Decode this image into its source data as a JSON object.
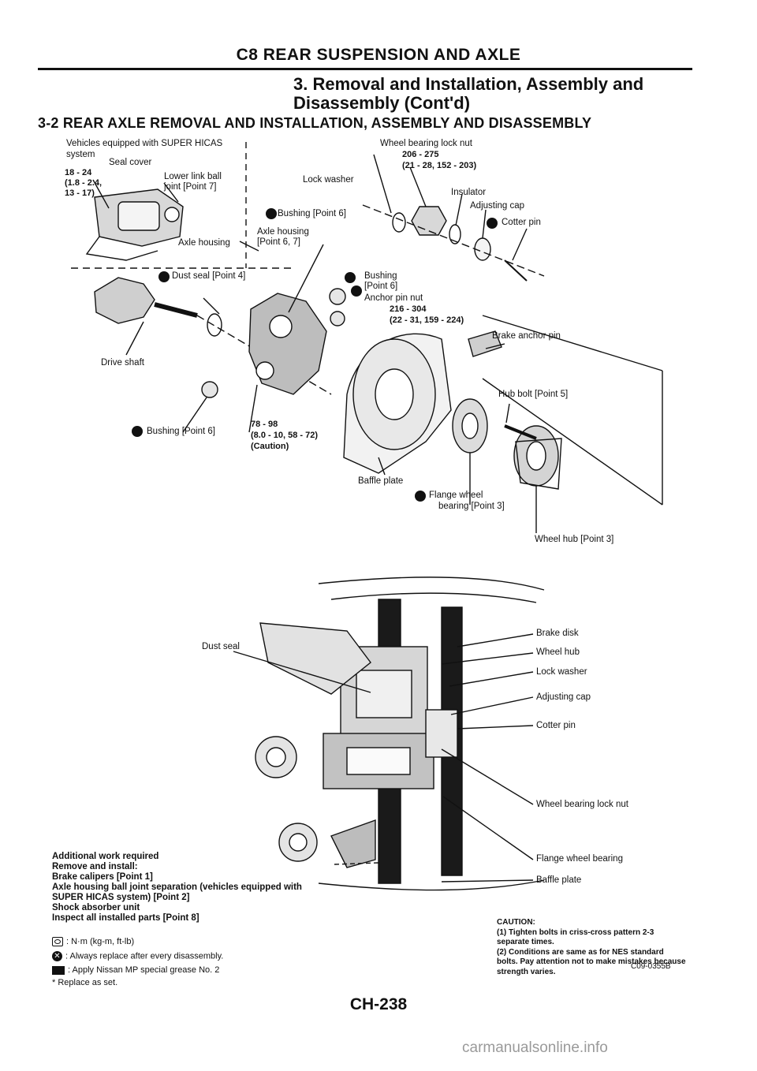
{
  "header": {
    "chapter": "C8 REAR SUSPENSION AND AXLE",
    "subtitle_line1": "3. Removal and Installation, Assembly and",
    "subtitle_line2": "Disassembly (Cont'd)",
    "section": "3-2 REAR AXLE REMOVAL AND INSTALLATION, ASSEMBLY AND DISASSEMBLY"
  },
  "diagram_top": {
    "inset": {
      "vehicles": "Vehicles equipped with SUPER HICAS",
      "system": "system",
      "seal_cover": "Seal cover",
      "torque1": "18 - 24",
      "torque2": "(1.8 - 2.4,",
      "torque3": "13 - 17)",
      "lower_link1": "Lower link ball",
      "lower_link2": "joint [Point 7]",
      "axle_housing": "Axle housing"
    },
    "bushing_point6_a": "Bushing [Point 6]",
    "axle_housing1": "Axle housing",
    "axle_housing2": "[Point 6, 7]",
    "lock_washer": "Lock washer",
    "wheel_bearing_nut": "Wheel bearing lock nut",
    "wbn_torque1": "206 - 275",
    "wbn_torque2": "(21 - 28, 152 - 203)",
    "insulator": "Insulator",
    "adjusting_cap": "Adjusting cap",
    "cotter_pin": "Cotter pin",
    "dust_seal": "Dust seal [Point 4]",
    "bushing_b1": "Bushing",
    "bushing_b2": "[Point 6]",
    "anchor_pin_nut": "Anchor pin nut",
    "anchor_torque1": "216 - 304",
    "anchor_torque2": "(22 - 31, 159 - 224)",
    "brake_anchor_pin": "Brake anchor pin",
    "drive_shaft": "Drive shaft",
    "hub_bolt": "Hub bolt [Point 5]",
    "bushing_c": "Bushing [Point 6]",
    "bushing_torque1": "78 - 98",
    "bushing_torque2": "(8.0 - 10, 58 - 72)",
    "bushing_torque3": "(Caution)",
    "baffle_plate": "Baffle plate",
    "flange_bearing1": "Flange wheel",
    "flange_bearing2": "bearing [Point 3]",
    "wheel_hub": "Wheel hub [Point 3]"
  },
  "diagram_bottom": {
    "dust_seal": "Dust seal",
    "brake_disk": "Brake disk",
    "wheel_hub": "Wheel hub",
    "lock_washer": "Lock washer",
    "adjusting_cap": "Adjusting cap",
    "cotter_pin": "Cotter pin",
    "wheel_bearing_lock_nut": "Wheel bearing lock nut",
    "flange_wheel_bearing": "Flange wheel bearing",
    "baffle_plate": "Baffle plate"
  },
  "additional_work": {
    "line1": "Additional work required",
    "line2": "Remove and install:",
    "line3": "Brake calipers [Point 1]",
    "line4": "Axle housing ball joint separation (vehicles equipped with",
    "line5": "SUPER HICAS system) [Point 2]",
    "line6": "Shock absorber unit",
    "line7": "Inspect all installed parts [Point 8]"
  },
  "legend": {
    "torque": ": N·m (kg-m, ft-lb)",
    "replace": ": Always replace after every disassembly.",
    "grease": ": Apply Nissan MP special grease No. 2",
    "replace_set": "* Replace as set."
  },
  "caution": {
    "title": "CAUTION:",
    "item1": "(1) Tighten bolts in criss-cross pattern 2-3 separate times.",
    "item2": "(2) Conditions are same as for NES standard bolts. Pay attention not to make mistakes because strength varies."
  },
  "footer": {
    "page": "CH-238",
    "figure_code": "C09-0355B",
    "watermark": "carmanualsonline.info"
  }
}
